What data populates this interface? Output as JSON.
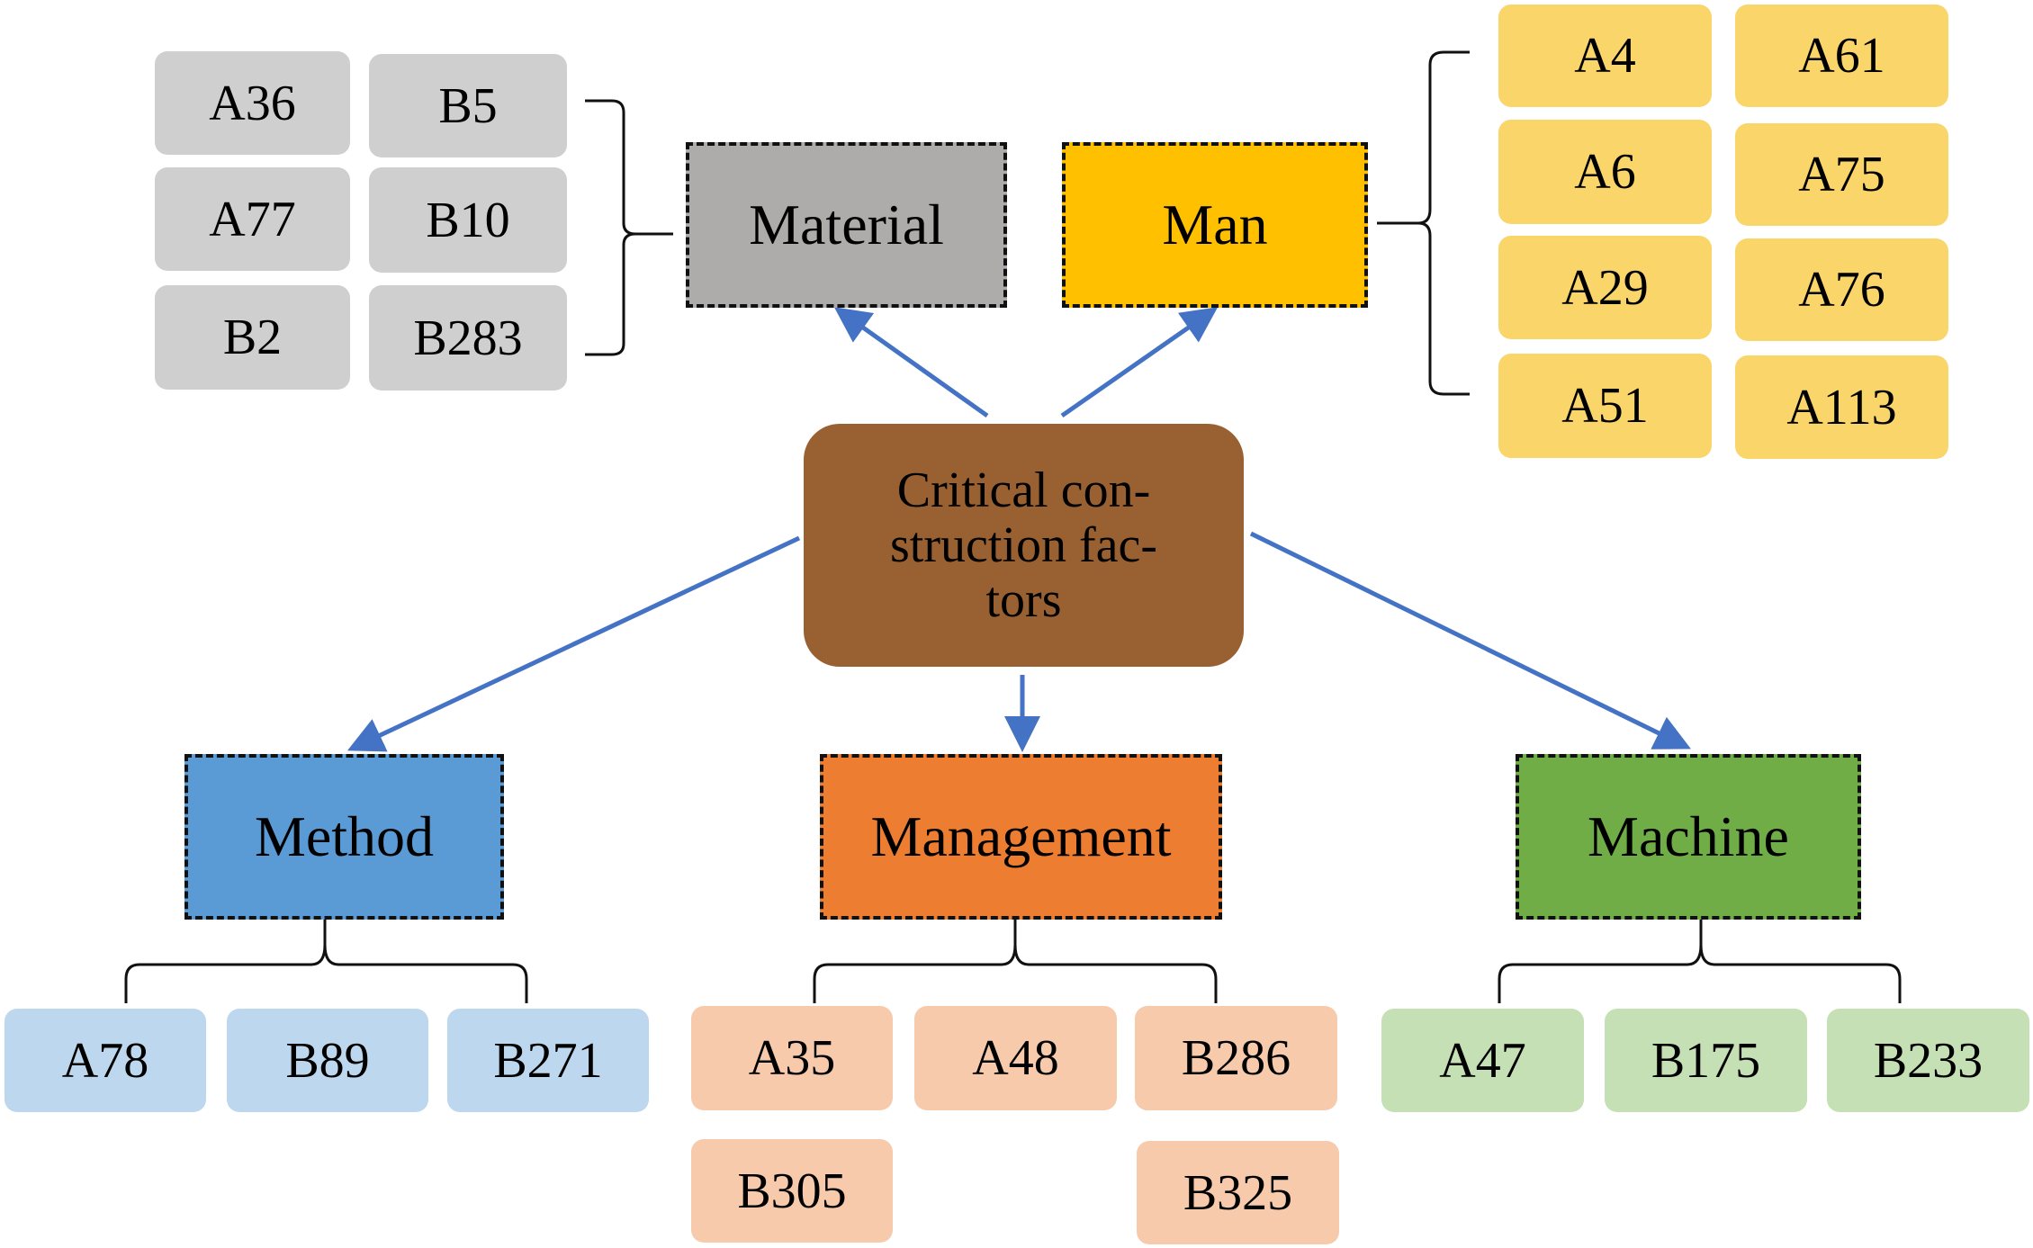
{
  "center": {
    "lines": [
      "Critical con-",
      "struction fac-",
      "tors"
    ]
  },
  "categories": {
    "material": {
      "label": "Material",
      "color": "#aeabab",
      "items": [
        "A36",
        "B5",
        "A77",
        "B10",
        "B2",
        "B283"
      ]
    },
    "man": {
      "label": "Man",
      "color": "#ffc000",
      "items": [
        "A4",
        "A61",
        "A6",
        "A75",
        "A29",
        "A76",
        "A51",
        "A113"
      ]
    },
    "method": {
      "label": "Method",
      "color": "#5b9bd5",
      "items": [
        "A78",
        "B89",
        "B271"
      ]
    },
    "management": {
      "label": "Management",
      "color": "#ed7d31",
      "items": [
        "A35",
        "A48",
        "B286",
        "B305",
        "B325"
      ]
    },
    "machine": {
      "label": "Machine",
      "color": "#70ad47",
      "items": [
        "A47",
        "B175",
        "B233"
      ]
    }
  },
  "colors": {
    "arrow": "#4472c4",
    "center": "#996132"
  }
}
